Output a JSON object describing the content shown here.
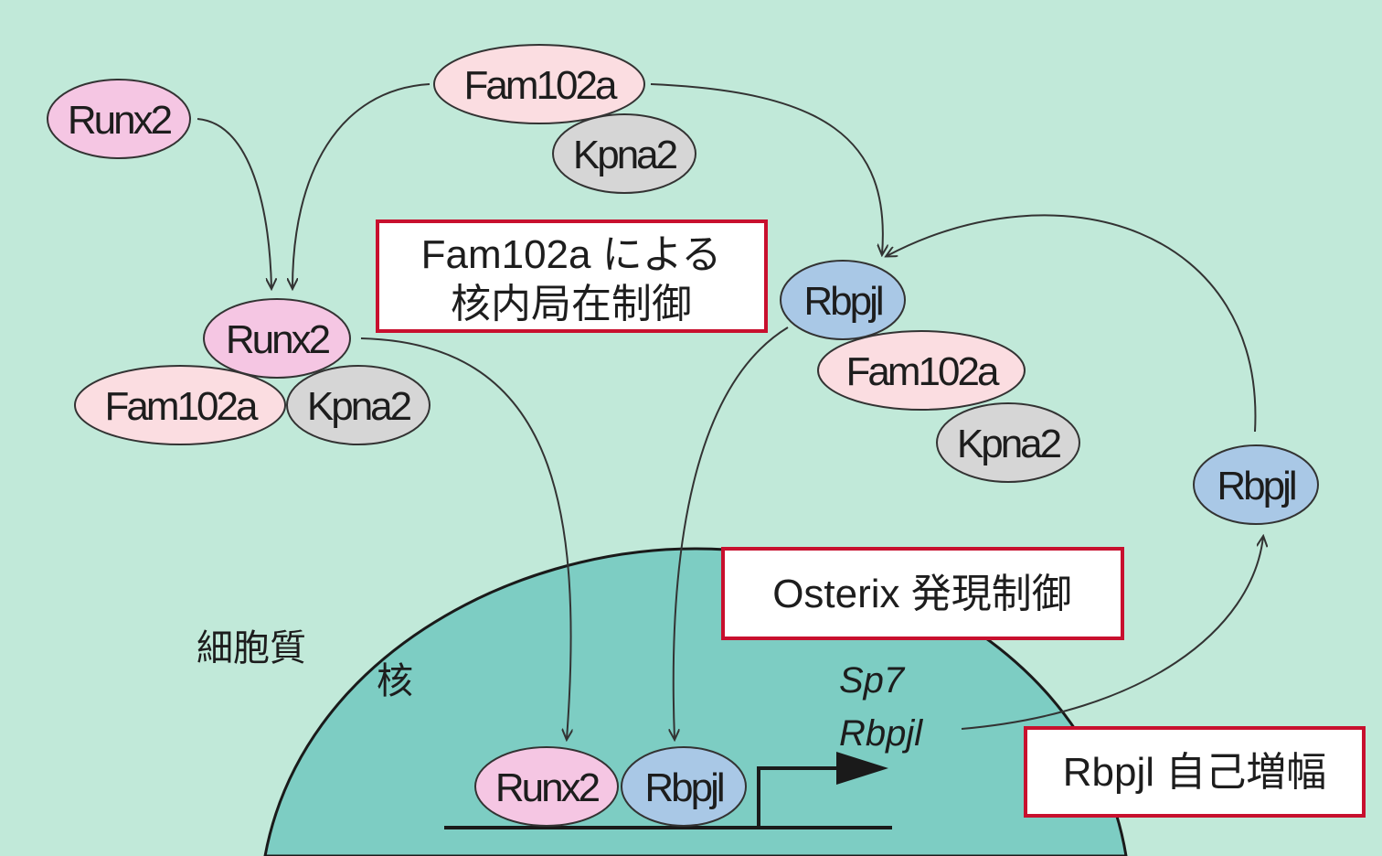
{
  "regions": {
    "cytoplasm_label": "細胞質",
    "nucleus_label": "核"
  },
  "nodes": {
    "runx2_free": "Runx2",
    "fam102a_top": "Fam102a",
    "kpna2_top": "Kpna2",
    "runx2_complex": "Runx2",
    "fam102a_left": "Fam102a",
    "kpna2_left": "Kpna2",
    "rbpjl_complex": "Rbpjl",
    "fam102a_right": "Fam102a",
    "kpna2_right": "Kpna2",
    "rbpjl_free": "Rbpjl",
    "runx2_nuclear": "Runx2",
    "rbpjl_nuclear": "Rbpjl"
  },
  "boxes": {
    "fam102a_regulation_line1": "Fam102a による",
    "fam102a_regulation_line2": "核内局在制御",
    "osterix_regulation": "Osterix 発現制御",
    "rbpjl_amplification": "Rbpjl 自己増幅"
  },
  "genes": {
    "sp7": "Sp7",
    "rbpjl": "Rbpjl"
  },
  "colors": {
    "background": "#c1e9d9",
    "nucleus": "#7dcdc3",
    "pink": "#f5c6e3",
    "light_pink": "#fbdde1",
    "gray": "#d6d6d6",
    "blue": "#a9c8e6",
    "box_border": "#c8102e"
  }
}
